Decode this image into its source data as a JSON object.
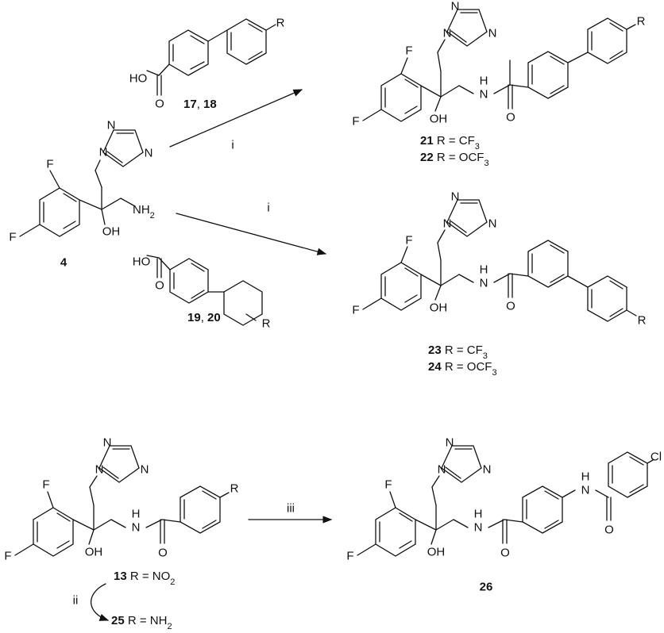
{
  "atoms": {
    "F": "F",
    "OH": "OH",
    "HO": "HO",
    "O": "O",
    "N": "N",
    "H": "H",
    "NH": "NH",
    "NH2_main": "NH",
    "NH2_sub": "2",
    "R": "R",
    "Cl": "Cl"
  },
  "compounds": {
    "c4": {
      "label": "4"
    },
    "c17_18": {
      "label_a": "17",
      "sep": ", ",
      "label_b": "18"
    },
    "c19_20": {
      "label_a": "19",
      "sep": ", ",
      "label_b": "20"
    },
    "c21": {
      "label": "21",
      "rtext": " R = CF",
      "sub": "3"
    },
    "c22": {
      "label": "22",
      "rtext": " R = OCF",
      "sub": "3"
    },
    "c23": {
      "label": "23",
      "rtext": " R = CF",
      "sub": "3"
    },
    "c24": {
      "label": "24",
      "rtext": " R = OCF",
      "sub": "3"
    },
    "c13": {
      "label": "13",
      "rtext": " R = NO",
      "sub": "2"
    },
    "c25": {
      "label": "25",
      "rtext": " R = NH",
      "sub": "2"
    },
    "c26": {
      "label": "26"
    }
  },
  "reagents": {
    "arrow1": "i",
    "arrow2": "i",
    "arrow3": "iii",
    "arrow4": "ii"
  }
}
